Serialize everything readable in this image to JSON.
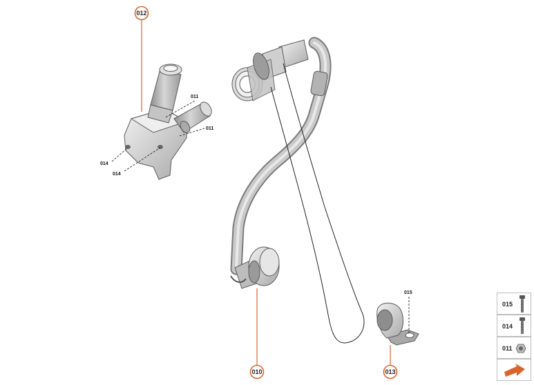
{
  "callouts": {
    "c012": "012",
    "c010": "010",
    "c013": "013"
  },
  "labels": {
    "l011_top": "011",
    "l011_mid": "011",
    "l014_left": "014",
    "l014_bottom": "014",
    "l015": "015"
  },
  "legend": {
    "items": [
      {
        "label": "015",
        "icon": "bolt-long-icon"
      },
      {
        "label": "014",
        "icon": "bolt-icon"
      },
      {
        "label": "011",
        "icon": "nut-icon"
      }
    ],
    "nav_icon": "arrow-icon"
  },
  "colors": {
    "accent": "#d9642c",
    "part_fill": "#d8d8d8",
    "hose": "#b9b9b9"
  }
}
